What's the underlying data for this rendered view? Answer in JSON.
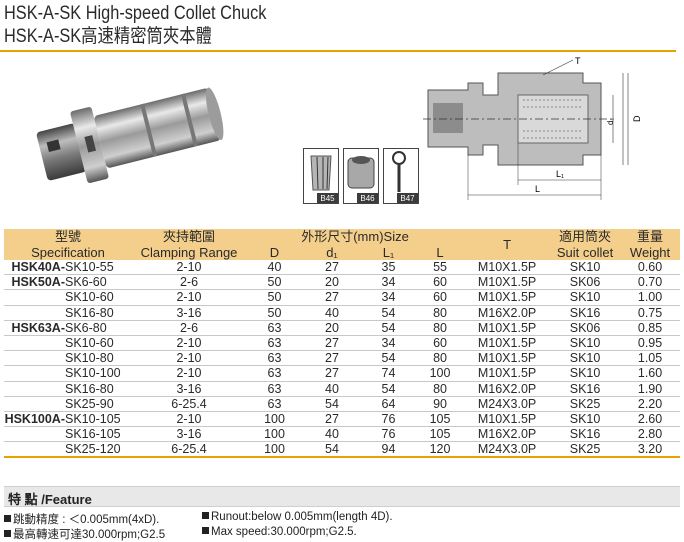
{
  "title": {
    "line1": "HSK-A-SK High-speed Collet Chuck",
    "line2": "HSK-A-SK高速精密筒夾本體"
  },
  "drawing_labels": {
    "T": "T",
    "d1": "d₁",
    "D": "D",
    "L1": "L₁",
    "L": "L"
  },
  "collet_labels": [
    "B45",
    "B46",
    "B47"
  ],
  "table": {
    "headers": {
      "model_cn": "型號",
      "model_en": "Specification",
      "range_cn": "夾持範圍",
      "range_en": "Clamping Range",
      "size_group": "外形尺寸(mm)Size",
      "D": "D",
      "d1": "d₁",
      "L1": "L₁",
      "L": "L",
      "T": "T",
      "collet_cn": "適用筒夾",
      "collet_en": "Suit collet",
      "weight_cn": "重量",
      "weight_en": "Weight"
    },
    "rows": [
      {
        "model": "HSK40A-",
        "code": "SK10-55",
        "range": "2-10",
        "D": "40",
        "d1": "27",
        "L1": "35",
        "L": "55",
        "T": "M10X1.5P",
        "collet": "SK10",
        "weight": "0.60"
      },
      {
        "model": "HSK50A-",
        "code": "SK6-60",
        "range": "2-6",
        "D": "50",
        "d1": "20",
        "L1": "34",
        "L": "60",
        "T": "M10X1.5P",
        "collet": "SK06",
        "weight": "0.70"
      },
      {
        "model": "",
        "code": "SK10-60",
        "range": "2-10",
        "D": "50",
        "d1": "27",
        "L1": "34",
        "L": "60",
        "T": "M10X1.5P",
        "collet": "SK10",
        "weight": "1.00"
      },
      {
        "model": "",
        "code": "SK16-80",
        "range": "3-16",
        "D": "50",
        "d1": "40",
        "L1": "54",
        "L": "80",
        "T": "M16X2.0P",
        "collet": "SK16",
        "weight": "0.75"
      },
      {
        "model": "HSK63A-",
        "code": "SK6-80",
        "range": "2-6",
        "D": "63",
        "d1": "20",
        "L1": "54",
        "L": "80",
        "T": "M10X1.5P",
        "collet": "SK06",
        "weight": "0.85"
      },
      {
        "model": "",
        "code": "SK10-60",
        "range": "2-10",
        "D": "63",
        "d1": "27",
        "L1": "34",
        "L": "60",
        "T": "M10X1.5P",
        "collet": "SK10",
        "weight": "0.95"
      },
      {
        "model": "",
        "code": "SK10-80",
        "range": "2-10",
        "D": "63",
        "d1": "27",
        "L1": "54",
        "L": "80",
        "T": "M10X1.5P",
        "collet": "SK10",
        "weight": "1.05"
      },
      {
        "model": "",
        "code": "SK10-100",
        "range": "2-10",
        "D": "63",
        "d1": "27",
        "L1": "74",
        "L": "100",
        "T": "M10X1.5P",
        "collet": "SK10",
        "weight": "1.60"
      },
      {
        "model": "",
        "code": "SK16-80",
        "range": "3-16",
        "D": "63",
        "d1": "40",
        "L1": "54",
        "L": "80",
        "T": "M16X2.0P",
        "collet": "SK16",
        "weight": "1.90"
      },
      {
        "model": "",
        "code": "SK25-90",
        "range": "6-25.4",
        "D": "63",
        "d1": "54",
        "L1": "64",
        "L": "90",
        "T": "M24X3.0P",
        "collet": "SK25",
        "weight": "2.20"
      },
      {
        "model": "HSK100A-",
        "code": "SK10-105",
        "range": "2-10",
        "D": "100",
        "d1": "27",
        "L1": "76",
        "L": "105",
        "T": "M10X1.5P",
        "collet": "SK10",
        "weight": "2.60"
      },
      {
        "model": "",
        "code": "SK16-105",
        "range": "3-16",
        "D": "100",
        "d1": "40",
        "L1": "76",
        "L": "105",
        "T": "M16X2.0P",
        "collet": "SK16",
        "weight": "2.80"
      },
      {
        "model": "",
        "code": "SK25-120",
        "range": "6-25.4",
        "D": "100",
        "d1": "54",
        "L1": "94",
        "L": "120",
        "T": "M24X3.0P",
        "collet": "SK25",
        "weight": "3.20"
      }
    ]
  },
  "feature": {
    "heading": "特 點 /Feature",
    "items": [
      {
        "text": "跳動精度 : ＜0.005mm(4xD)."
      },
      {
        "text": "Runout:below 0.005mm(length 4D)."
      },
      {
        "text": "最高轉速可達30.000rpm;G2.5"
      },
      {
        "text": "Max speed:30.000rpm;G2.5."
      }
    ]
  }
}
